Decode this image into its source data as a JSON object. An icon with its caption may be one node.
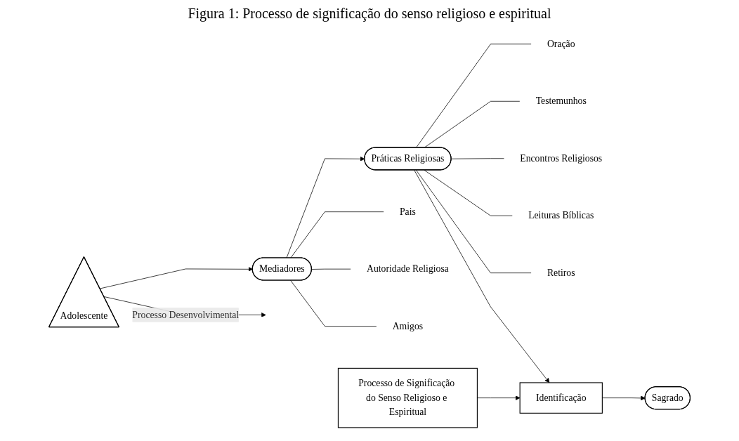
{
  "diagram": {
    "title": "Figura 1: Processo de significação do senso religioso e espiritual",
    "nodes": [
      {
        "text": [
          "Processo de Significação do Senso Religioso e Espiritual"
        ]
      },
      {
        "text": [
          "Adolescente"
        ]
      },
      {
        "text": [
          "Mediadores"
        ]
      },
      {
        "text": [
          "Pais"
        ]
      },
      {
        "text": [
          "Autoridade Religiosa"
        ]
      },
      {
        "text": [
          "Amigos"
        ]
      },
      {
        "text": [
          "Práticas Religiosas"
        ]
      },
      {
        "text": [
          "Oração"
        ]
      },
      {
        "text": [
          "Testemunhos"
        ]
      },
      {
        "text": [
          "Encontros Religiosos"
        ]
      },
      {
        "text": [
          "Leituras Bíblicas"
        ]
      },
      {
        "text": [
          "Retiros"
        ]
      },
      {
        "text": [
          "Identificação"
        ]
      },
      {
        "text": [
          "Sagrado"
        ]
      }
    ],
    "edges": [
      {
        "from": 1,
        "to": 2,
        "arrow": "to"
      },
      {
        "from": 2,
        "to": 3,
        "arrow": "none"
      },
      {
        "from": 2,
        "to": 4,
        "arrow": "none"
      },
      {
        "from": 2,
        "to": 5,
        "arrow": "none"
      },
      {
        "from": 2,
        "to": 6,
        "arrow": "to"
      },
      {
        "from": 6,
        "to": 7,
        "arrow": "none"
      },
      {
        "from": 6,
        "to": 8,
        "arrow": "none"
      },
      {
        "from": 6,
        "to": 9,
        "arrow": "none"
      },
      {
        "from": 6,
        "to": 10,
        "arrow": "none"
      },
      {
        "from": 6,
        "to": 11,
        "arrow": "none"
      },
      {
        "from": 6,
        "to": 12,
        "arrow": "to"
      },
      {
        "from": 0,
        "to": 12,
        "arrow": "to"
      },
      {
        "from": 12,
        "to": 13,
        "arrow": "to"
      },
      {
        "from": 1,
        "to": null,
        "arrow": "to",
        "label": "Processo Desenvolvimental"
      }
    ]
  }
}
